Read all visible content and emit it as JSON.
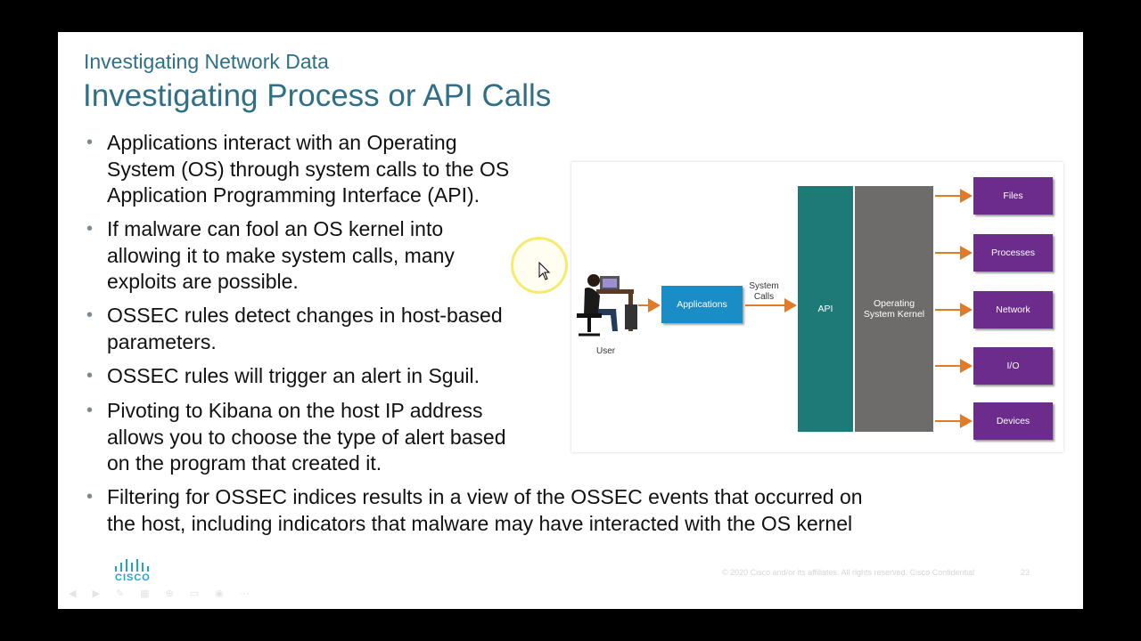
{
  "slide": {
    "subtitle": "Investigating Network Data",
    "title": "Investigating Process or API Calls",
    "bullets": [
      "Applications interact with an Operating\nSystem (OS) through system calls to the OS\nApplication Programming Interface (API).",
      "If malware can fool an OS kernel into\nallowing it to make system calls, many\nexploits are possible.",
      "OSSEC rules detect changes in host-based\nparameters.",
      "OSSEC rules will trigger an alert in Sguil.",
      "Pivoting to Kibana on the host IP address\nallows you to choose the type of alert based\non the program that created it.",
      "Filtering for OSSEC indices results in a view of the OSSEC events that occurred on\nthe host, including indicators that malware may have interacted with the OS kernel"
    ],
    "bullet_glyph": "•"
  },
  "diagram": {
    "user_label": "User",
    "applications_label": "Applications",
    "system_calls_label": "System\nCalls",
    "api_label": "API",
    "kernel_label": "Operating\nSystem Kernel",
    "resources": [
      "Files",
      "Processes",
      "Network",
      "I/O",
      "Devices"
    ],
    "colors": {
      "applications": "#1a8dc7",
      "api": "#1d7a76",
      "kernel": "#6e6b6b",
      "resource": "#6b2c8c",
      "arrow": "#e07b2a"
    }
  },
  "footer": {
    "logo_text": "CISCO",
    "copyright": "© 2020  Cisco and/or its affiliates. All rights reserved.   Cisco Confidential",
    "page_number": "23"
  },
  "toolbar_icons": [
    "prev-icon",
    "next-icon",
    "pen-icon",
    "slides-icon",
    "zoom-icon",
    "subtitle-icon",
    "pointer-icon",
    "more-icon"
  ]
}
